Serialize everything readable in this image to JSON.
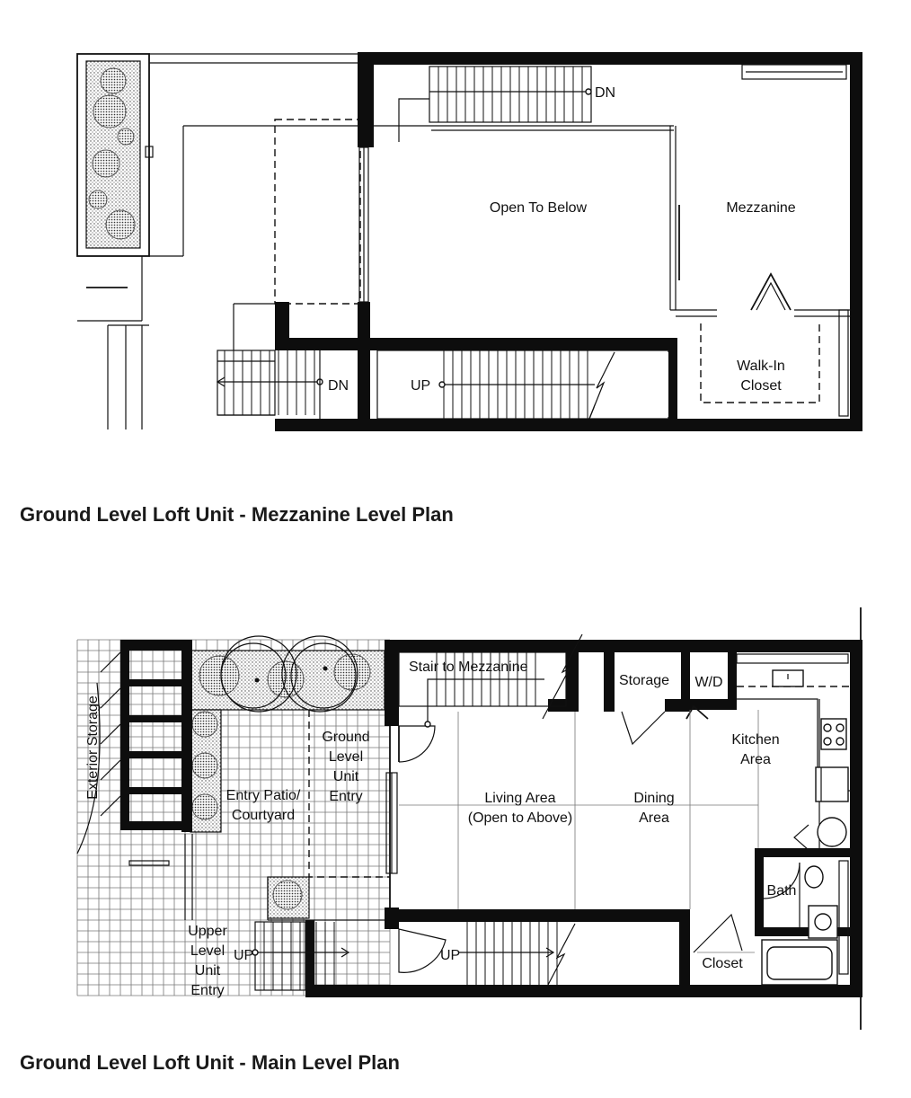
{
  "mezzanine_plan": {
    "caption": "Ground Level Loft Unit - Mezzanine Level Plan",
    "labels": {
      "open_to_below": "Open To Below",
      "mezzanine": "Mezzanine",
      "walk_in_line1": "Walk-In",
      "walk_in_line2": "Closet",
      "dn_top": "DN",
      "dn_bottom": "DN",
      "up": "UP"
    }
  },
  "main_plan": {
    "caption": "Ground Level Loft Unit - Main Level Plan",
    "labels": {
      "stair_to_mezzanine": "Stair to Mezzanine",
      "storage": "Storage",
      "wd": "W/D",
      "kitchen_line1": "Kitchen",
      "kitchen_line2": "Area",
      "exterior_storage": "Exterior Storage",
      "ground_entry_line1": "Ground",
      "ground_entry_line2": "Level",
      "ground_entry_line3": "Unit",
      "ground_entry_line4": "Entry",
      "patio_line1": "Entry Patio/",
      "patio_line2": "Courtyard",
      "living_line1": "Living Area",
      "living_line2": "(Open to Above)",
      "dining_line1": "Dining",
      "dining_line2": "Area",
      "bath": "Bath",
      "closet": "Closet",
      "upper_entry_line1": "Upper",
      "upper_entry_line2": "Level",
      "upper_entry_line3": "Unit",
      "upper_entry_line4": "Entry",
      "up_left": "UP",
      "up_center": "UP"
    }
  }
}
